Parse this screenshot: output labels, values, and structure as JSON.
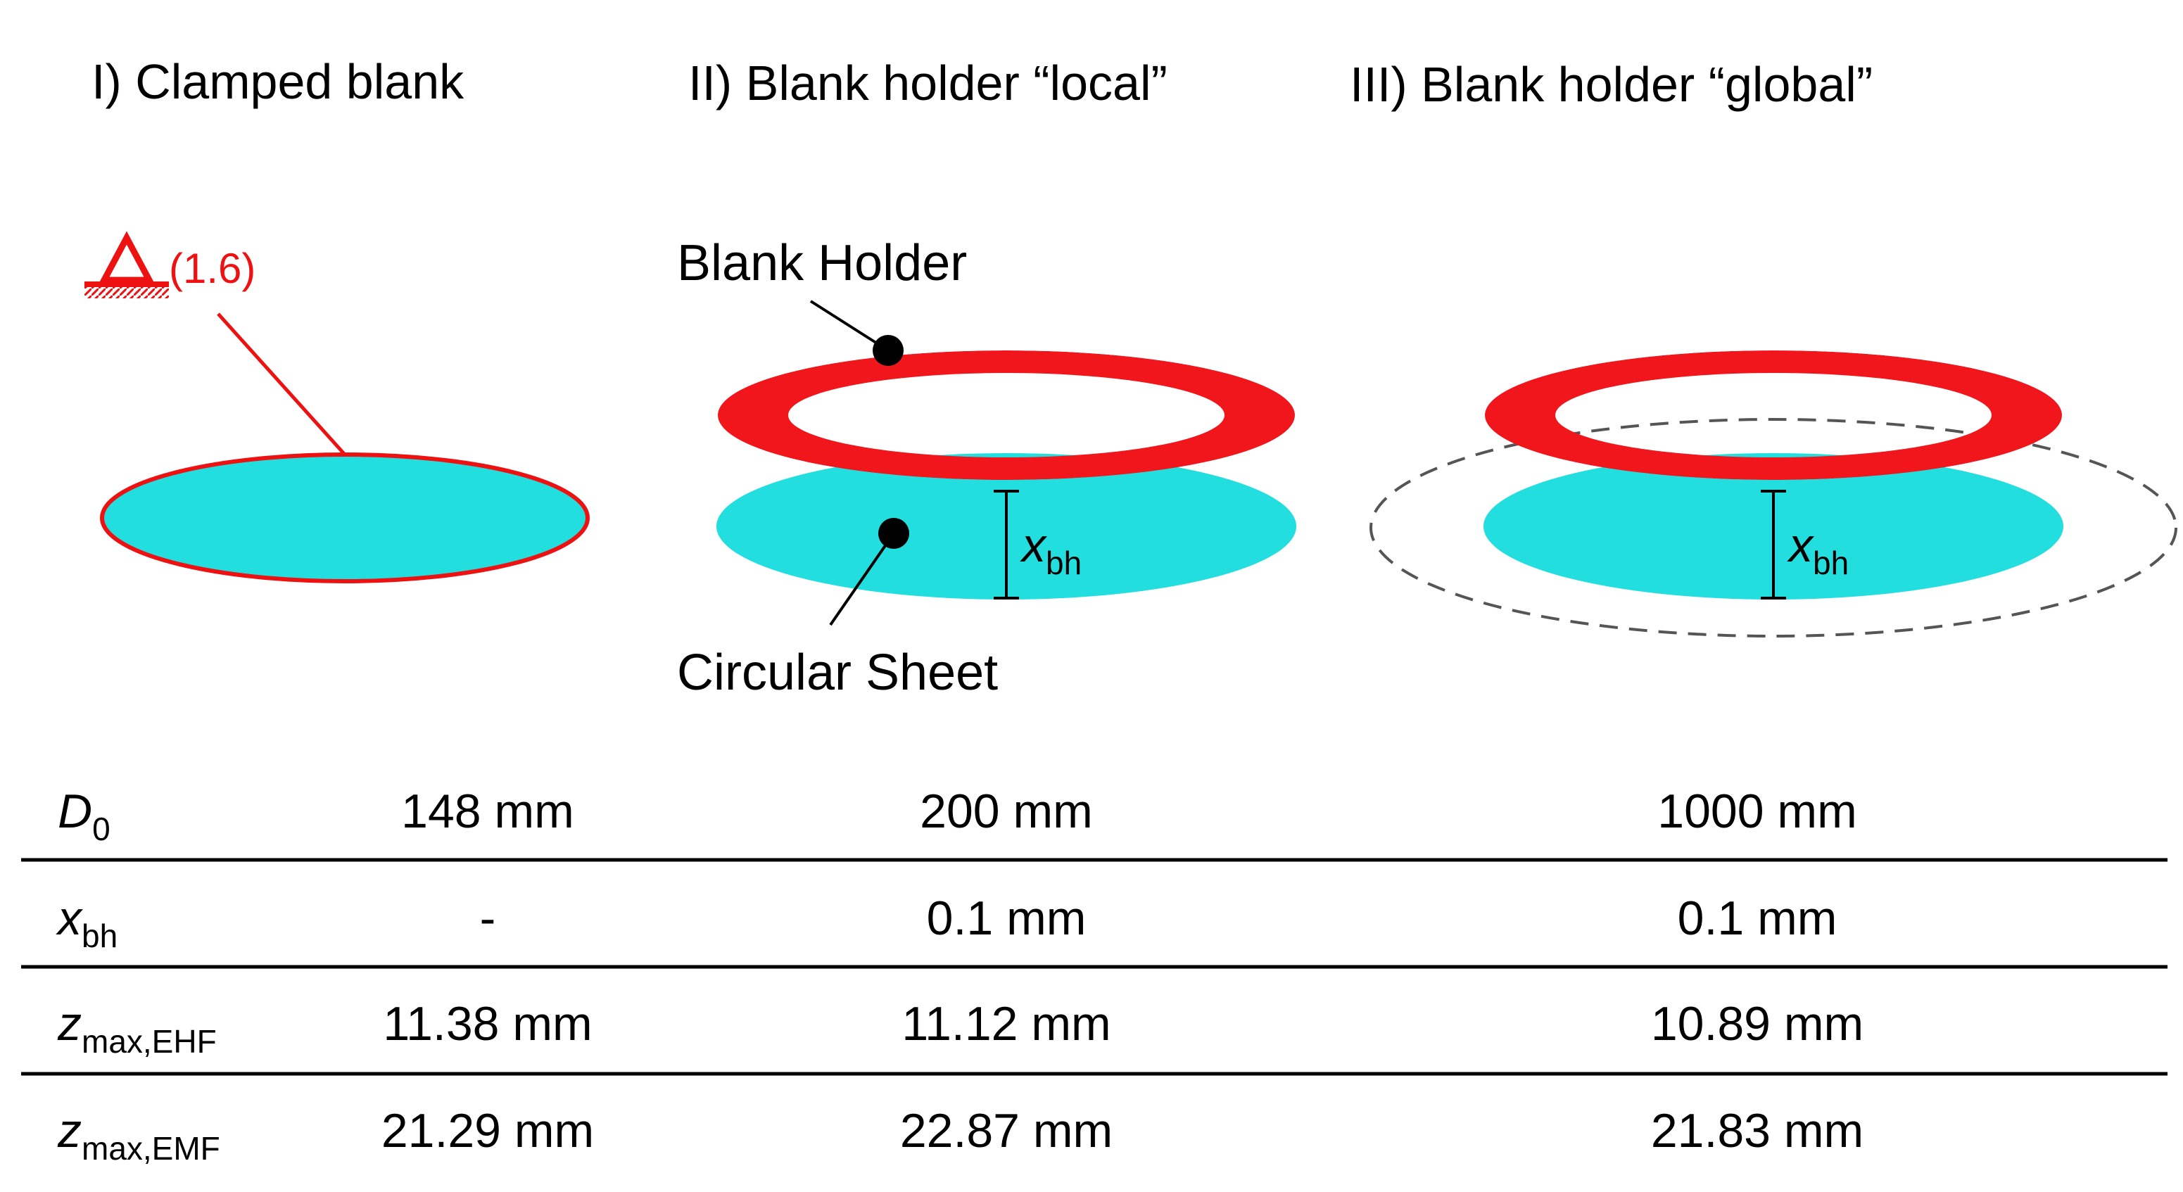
{
  "panels": [
    {
      "id": "clamped",
      "title": "I) Clamped blank"
    },
    {
      "id": "local",
      "title": "II) Blank holder “local”"
    },
    {
      "id": "global",
      "title": "III) Blank holder “global”"
    }
  ],
  "annotations": {
    "boundary_condition": "(1.6)",
    "blank_holder": "Blank Holder",
    "circular_sheet": "Circular Sheet",
    "gap_symbol": "x",
    "gap_subscript": "bh"
  },
  "colors": {
    "sheet": "#22dede",
    "holder": "#f0161c",
    "boundary": "#ee1111",
    "line": "#000000",
    "dashed_outline": "#555555"
  },
  "table": {
    "rows": [
      {
        "symbol": "D",
        "subscript": "0",
        "values": [
          "148 mm",
          "200 mm",
          "1000 mm"
        ]
      },
      {
        "symbol": "x",
        "subscript": "bh",
        "values": [
          "-",
          "0.1 mm",
          "0.1 mm"
        ]
      },
      {
        "symbol": "z",
        "subscript": "max,EHF",
        "values": [
          "11.38 mm",
          "11.12 mm",
          "10.89 mm"
        ]
      },
      {
        "symbol": "z",
        "subscript": "max,EMF",
        "values": [
          "21.29 mm",
          "22.87 mm",
          "21.83 mm"
        ]
      }
    ]
  }
}
